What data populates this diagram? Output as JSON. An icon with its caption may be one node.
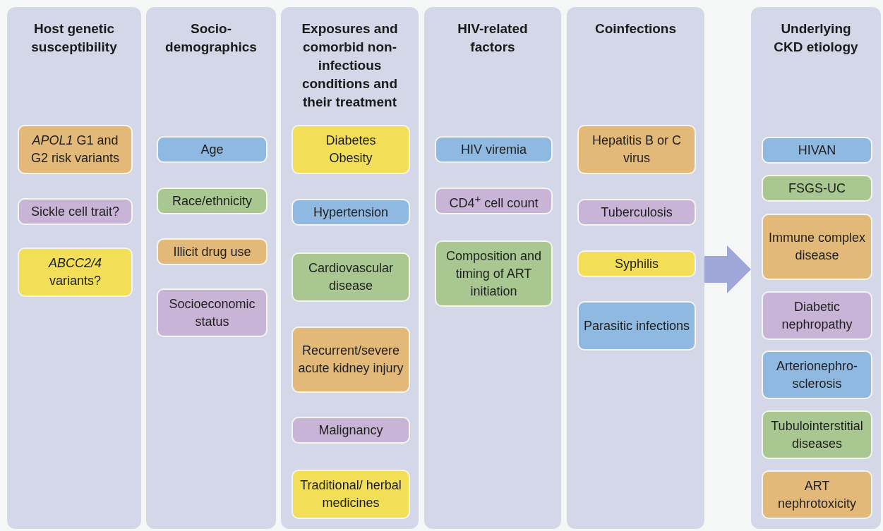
{
  "diagram": {
    "nodes": [
      {
        "text": [
          "Host genetic susceptibility"
        ]
      },
      {
        "text": [
          "*APOL1* G1 and G2 risk variants"
        ],
        "in": 0
      },
      {
        "text": [
          "Sickle cell trait?"
        ],
        "in": 0
      },
      {
        "text": [
          "*ABCC2/4* variants?"
        ],
        "in": 0
      },
      {
        "text": [
          "Socio-demographics"
        ]
      },
      {
        "text": [
          "Age"
        ],
        "in": 4
      },
      {
        "text": [
          "Race/ethnicity"
        ],
        "in": 4
      },
      {
        "text": [
          "Illicit drug use"
        ],
        "in": 4
      },
      {
        "text": [
          "Socioeconomic status"
        ],
        "in": 4
      },
      {
        "text": [
          "Exposures and comorbid non-infectious conditions and their treatment"
        ]
      },
      {
        "text": [
          "Diabetes",
          "Obesity"
        ],
        "in": 9
      },
      {
        "text": [
          "Hypertension"
        ],
        "in": 9
      },
      {
        "text": [
          "Cardiovascular disease"
        ],
        "in": 9
      },
      {
        "text": [
          "Recurrent/severe acute kidney injury"
        ],
        "in": 9
      },
      {
        "text": [
          "Malignancy"
        ],
        "in": 9
      },
      {
        "text": [
          "Traditional/ herbal medicines"
        ],
        "in": 9
      },
      {
        "text": [
          "HIV-related factors"
        ]
      },
      {
        "text": [
          "HIV viremia"
        ],
        "in": 16
      },
      {
        "text": [
          "CD4$^{+}$ cell count"
        ],
        "in": 16
      },
      {
        "text": [
          "Composition and timing of ART initiation"
        ],
        "in": 16
      },
      {
        "text": [
          "Coinfections"
        ]
      },
      {
        "text": [
          "Hepatitis B or C virus"
        ],
        "in": 20
      },
      {
        "text": [
          "Tuberculosis"
        ],
        "in": 20
      },
      {
        "text": [
          "Syphilis"
        ],
        "in": 20
      },
      {
        "text": [
          "Parasitic infections"
        ],
        "in": 20
      },
      {
        "text": [
          "Underlying CKD etiology"
        ]
      },
      {
        "text": [
          "HIVAN"
        ],
        "in": 25
      },
      {
        "text": [
          "FSGS-UC"
        ],
        "in": 25
      },
      {
        "text": [
          "Immune complex disease"
        ],
        "in": 25
      },
      {
        "text": [
          "Diabetic nephropathy"
        ],
        "in": 25
      },
      {
        "text": [
          "Arterionephro-sclerosis"
        ],
        "in": 25
      },
      {
        "text": [
          "Tubulointerstitial diseases"
        ],
        "in": 25
      },
      {
        "text": [
          "ART nephrotoxicity"
        ],
        "in": 25
      }
    ],
    "edges": [
      {
        "from": 20,
        "to": 25,
        "arrow": "to"
      }
    ]
  }
}
